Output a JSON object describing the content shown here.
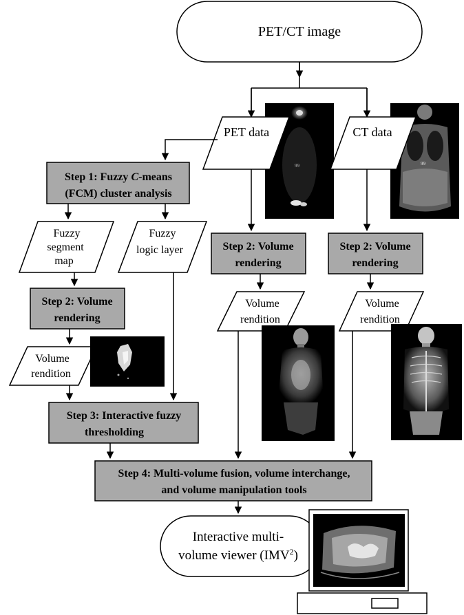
{
  "start": "PET/CT image",
  "pet_data": "PET data",
  "ct_data": "CT data",
  "step1": {
    "line1_prefix": "Step 1: Fuzzy ",
    "line1_italic": "C",
    "line1_suffix": "-means",
    "line2": "(FCM) cluster analysis"
  },
  "fuzzy_segment_map": {
    "line1": "Fuzzy",
    "line2": "segment",
    "line3": "map"
  },
  "fuzzy_logic_layer": {
    "line1": "Fuzzy",
    "line2": "logic layer"
  },
  "step2_left": {
    "line1": "Step 2: Volume",
    "line2": "rendering"
  },
  "step2_pet": {
    "line1": "Step 2: Volume",
    "line2": "rendering"
  },
  "step2_ct": {
    "line1": "Step 2: Volume",
    "line2": "rendering"
  },
  "rendition_left": {
    "line1": "Volume",
    "line2": "rendition"
  },
  "rendition_pet": {
    "line1": "Volume",
    "line2": "rendition"
  },
  "rendition_ct": {
    "line1": "Volume",
    "line2": "rendition"
  },
  "step3": {
    "line1": "Step 3: Interactive fuzzy",
    "line2": "thresholding"
  },
  "step4": {
    "line1": "Step 4: Multi-volume fusion, volume interchange,",
    "line2": "and volume manipulation tools"
  },
  "viewer": {
    "line1": "Interactive multi-",
    "line2_prefix": "volume viewer (IMV",
    "line2_sup": "2",
    "line2_suffix": ")"
  },
  "scan_marks": {
    "pet": "99",
    "ct": "99"
  },
  "colors": {
    "step_box": "#a9a9a9",
    "scan_bg": "#000000"
  }
}
